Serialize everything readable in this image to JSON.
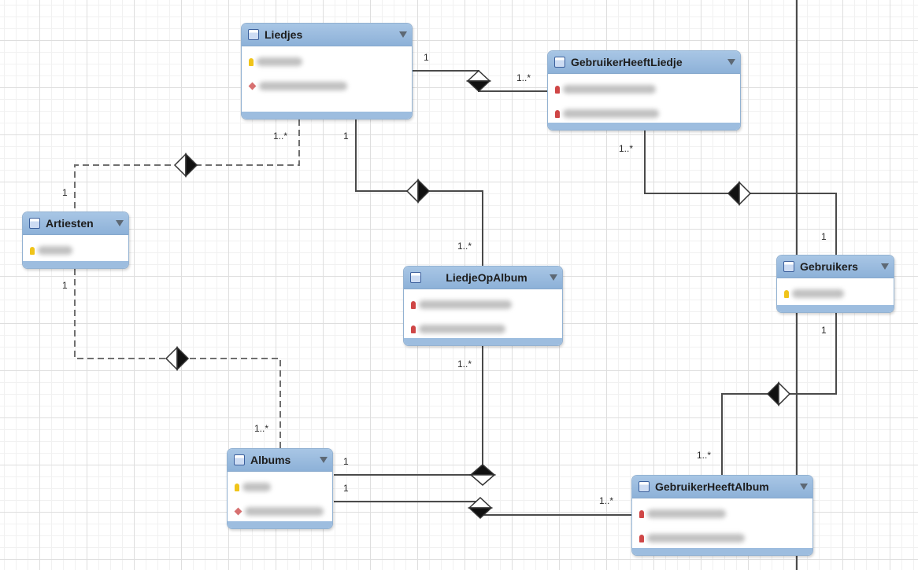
{
  "entities": {
    "liedjes": {
      "name": "Liedjes"
    },
    "gebruiker_heeft_liedje": {
      "name": "GebruikerHeeftLiedje"
    },
    "artiesten": {
      "name": "Artiesten"
    },
    "liedje_op_album": {
      "name": "LiedjeOpAlbum"
    },
    "gebruikers": {
      "name": "Gebruikers"
    },
    "albums": {
      "name": "Albums"
    },
    "gebruiker_heeft_album": {
      "name": "GebruikerHeeftAlbum"
    }
  },
  "cardinalities": {
    "liedjes_to_ghl_one": "1",
    "liedjes_to_ghl_many": "1..*",
    "liedjes_to_artiesten_many": "1..*",
    "liedjes_to_loa_one": "1",
    "artiesten_to_liedjes_one": "1",
    "ghl_to_gebruikers_many": "1..*",
    "gebruikers_to_ghl_one": "1",
    "loa_top_many": "1..*",
    "artiesten_to_albums_one": "1",
    "gebruikers_to_gha_one": "1",
    "loa_bottom_many": "1..*",
    "albums_from_artiesten_many": "1..*",
    "gha_to_gebruikers_many": "1..*",
    "albums_to_loa_one": "1",
    "albums_to_gha_one": "1",
    "gha_from_albums_many": "1..*"
  },
  "colors": {
    "header": "#9dbddf",
    "line": "#4a4a4a",
    "key_icon": "#f0c419",
    "foreign_key_icon": "#cf4646"
  }
}
